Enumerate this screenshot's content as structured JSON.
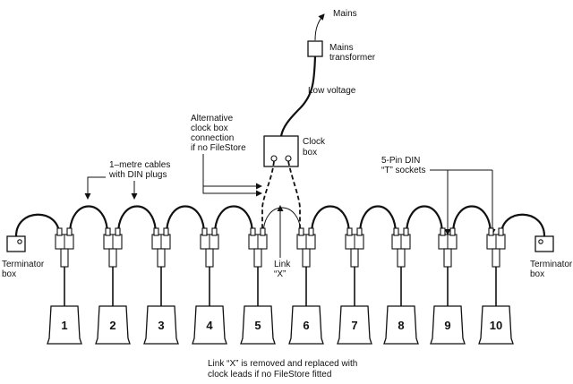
{
  "labels": {
    "mains": "Mains",
    "mains_transformer_1": "Mains",
    "mains_transformer_2": "transformer",
    "low_voltage": "Low voltage",
    "alt_clock_1": "Alternative",
    "alt_clock_2": "clock box",
    "alt_clock_3": "connection",
    "alt_clock_4": "if no FileStore",
    "clock_box_1": "Clock",
    "clock_box_2": "box",
    "cables_1": "1–metre cables",
    "cables_2": "with DIN plugs",
    "din_1": "5-Pin DIN",
    "din_2": "“T” sockets",
    "link_1": "Link",
    "link_2": "“X”",
    "terminator_left_1": "Terminator",
    "terminator_left_2": "box",
    "terminator_right_1": "Terminator",
    "terminator_right_2": "box",
    "note_1": "Link “X” is removed and replaced with",
    "note_2": "clock leads if no FileStore fitted"
  },
  "stations": [
    "1",
    "2",
    "3",
    "4",
    "5",
    "6",
    "7",
    "8",
    "9",
    "10"
  ]
}
